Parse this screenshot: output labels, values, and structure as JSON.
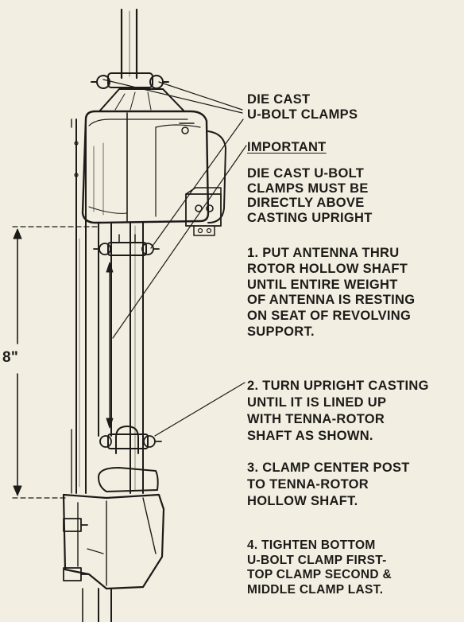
{
  "labels": {
    "die_cast": "DIE CAST\nU-BOLT CLAMPS",
    "important": "IMPORTANT",
    "warning": "DIE CAST U-BOLT\nCLAMPS MUST BE\nDIRECTLY ABOVE\nCASTING UPRIGHT"
  },
  "steps": {
    "step1": "1. PUT ANTENNA THRU\nROTOR HOLLOW SHAFT\nUNTIL ENTIRE WEIGHT\nOF ANTENNA IS RESTING\nON SEAT OF REVOLVING\nSUPPORT.",
    "step2": "2. TURN UPRIGHT CASTING\nUNTIL IT IS LINED UP\nWITH TENNA-ROTOR\nSHAFT AS SHOWN.",
    "step3": "3. CLAMP CENTER POST\nTO TENNA-ROTOR\nHOLLOW SHAFT.",
    "step4": "4. TIGHTEN BOTTOM\nU-BOLT CLAMP FIRST-\nTOP CLAMP SECOND &\nMIDDLE CLAMP LAST."
  },
  "dimension": {
    "label": "8\""
  },
  "colors": {
    "paper": "#f3eee2",
    "ink": "#1d1b18"
  }
}
